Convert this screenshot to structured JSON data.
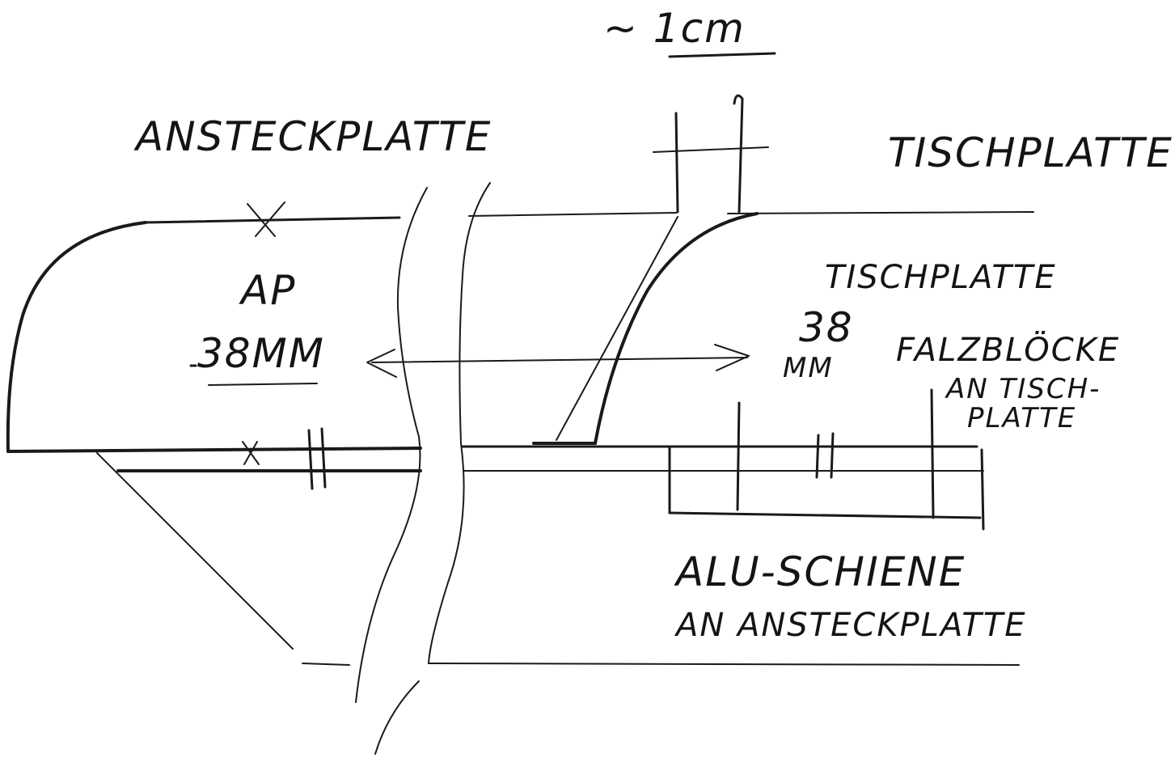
{
  "labels": {
    "top_dimension": "~ 1cm",
    "anstecplatte": "ANSTECKPLATTE",
    "tischplatte_top": "TISCHPLATTE",
    "tischplatte_right": "TISCHPLATTE",
    "ap": "AP",
    "ap_thickness": "38MM",
    "right_thickness_value": "38",
    "right_thickness_unit": "MM",
    "falzbloecke_line1": "FALZBLÖCKE",
    "falzbloecke_line2": "AN TISCH-",
    "falzbloecke_line3": "PLATTE",
    "alu_line1": "ALU-SCHIENE",
    "alu_line2": "AN ANSTECKPLATTE"
  },
  "colors": {
    "ink": "#1a1a1a",
    "paper": "#ffffff"
  }
}
